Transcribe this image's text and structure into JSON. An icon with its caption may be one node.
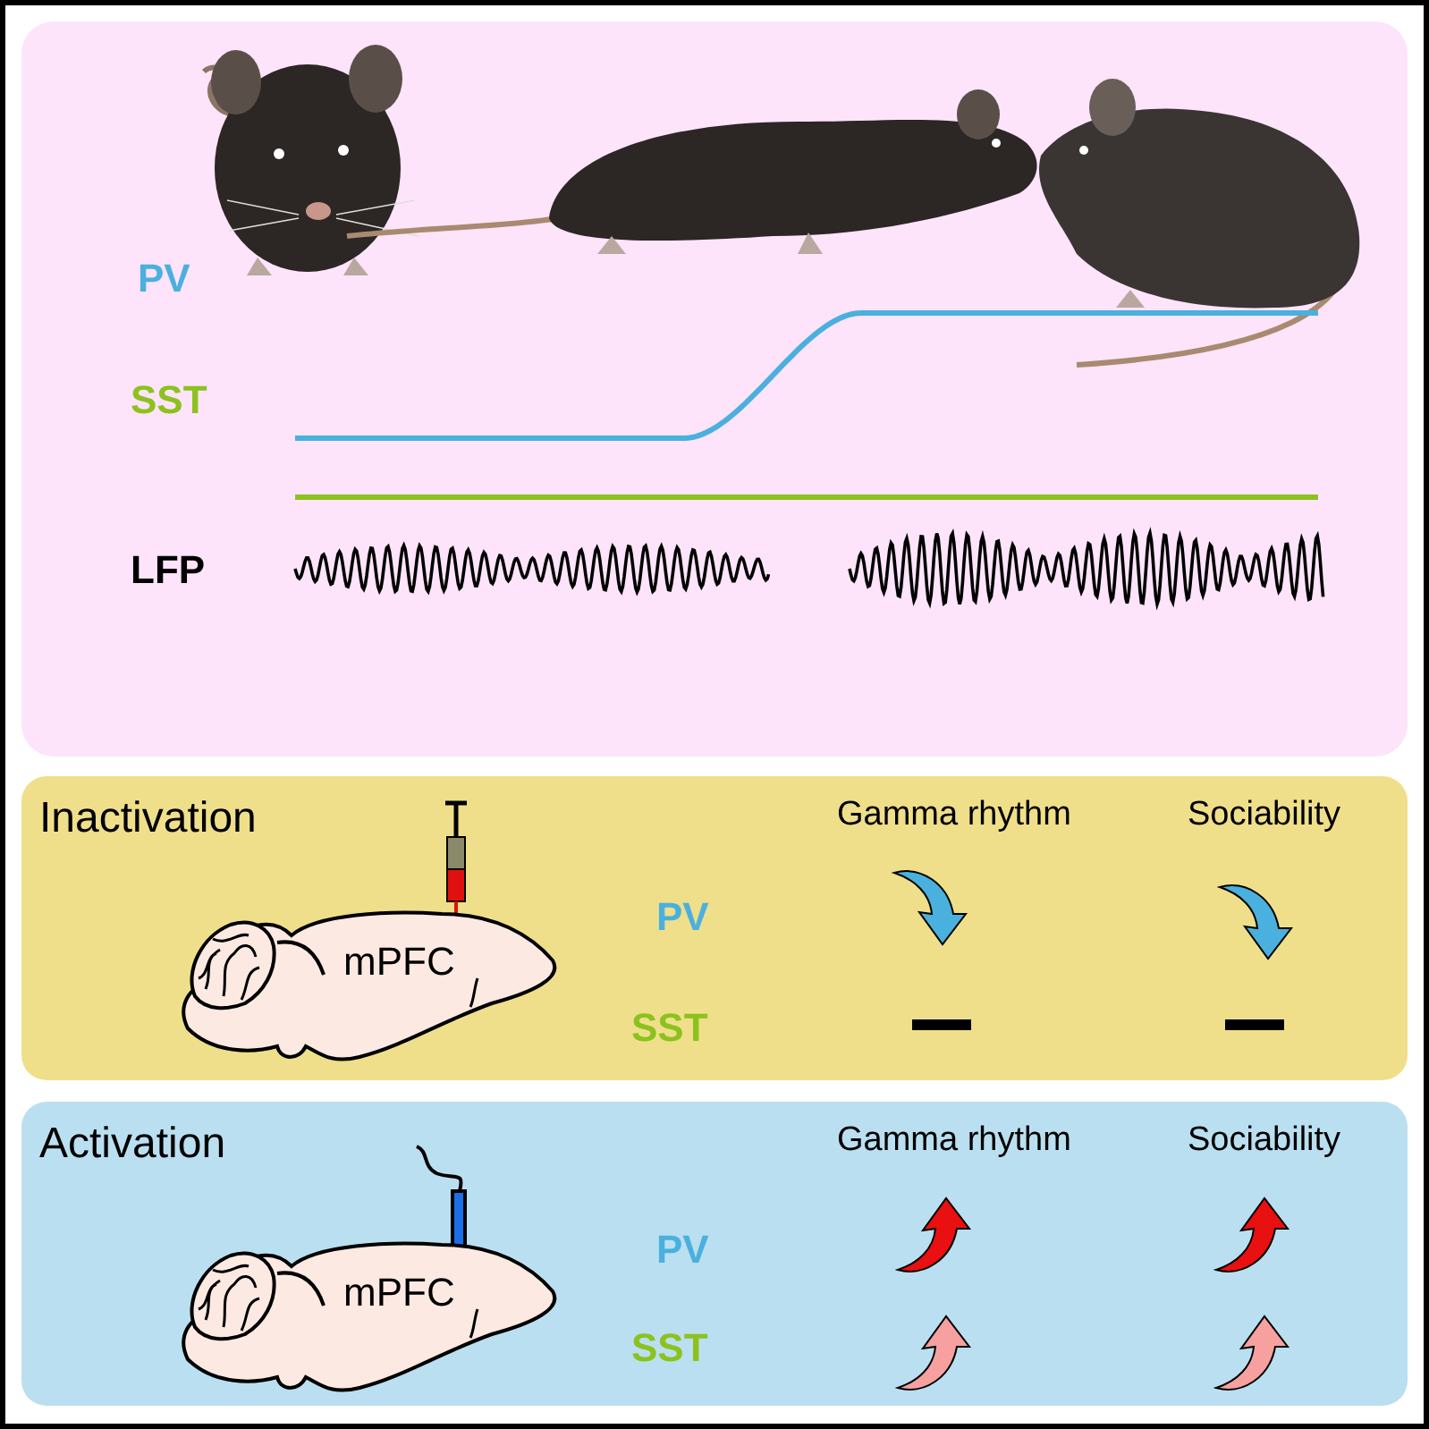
{
  "diagram": {
    "nodes": [
      {
        "text": [
          "PV",
          "SST",
          "LFP"
        ]
      },
      {
        "text": [
          "Inactivation",
          "Gamma rhythm",
          "Sociability",
          "PV",
          "SST"
        ]
      },
      {
        "text": [
          "mPFC"
        ],
        "in": 1
      },
      {
        "text": [
          "Activation",
          "Gamma rhythm",
          "Sociability",
          "PV",
          "SST"
        ]
      },
      {
        "text": [
          "mPFC"
        ],
        "in": 3
      }
    ]
  }
}
